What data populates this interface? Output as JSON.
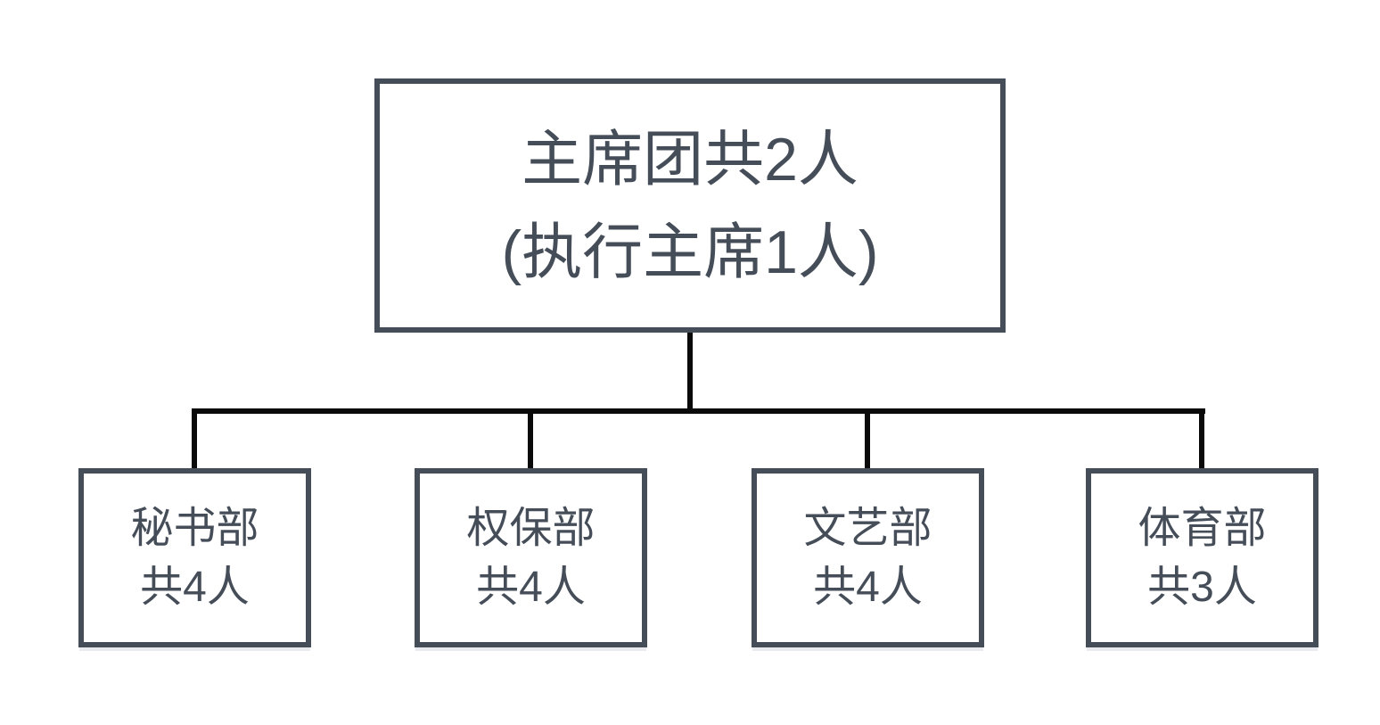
{
  "diagram": {
    "type": "org-chart",
    "root": {
      "title": "主席团共2人",
      "subtitle": "(执行主席1人)"
    },
    "children": [
      {
        "name": "秘书部",
        "count": "共4人"
      },
      {
        "name": "权保部",
        "count": "共4人"
      },
      {
        "name": "文艺部",
        "count": "共4人"
      },
      {
        "name": "体育部",
        "count": "共3人"
      }
    ]
  },
  "colors": {
    "background": "#ffffff",
    "node_border": "#454d59",
    "node_text": "#454d59",
    "node_fill": "#ffffff",
    "connector": "#0a0a0a",
    "node_shadow": "#e9ebee"
  }
}
